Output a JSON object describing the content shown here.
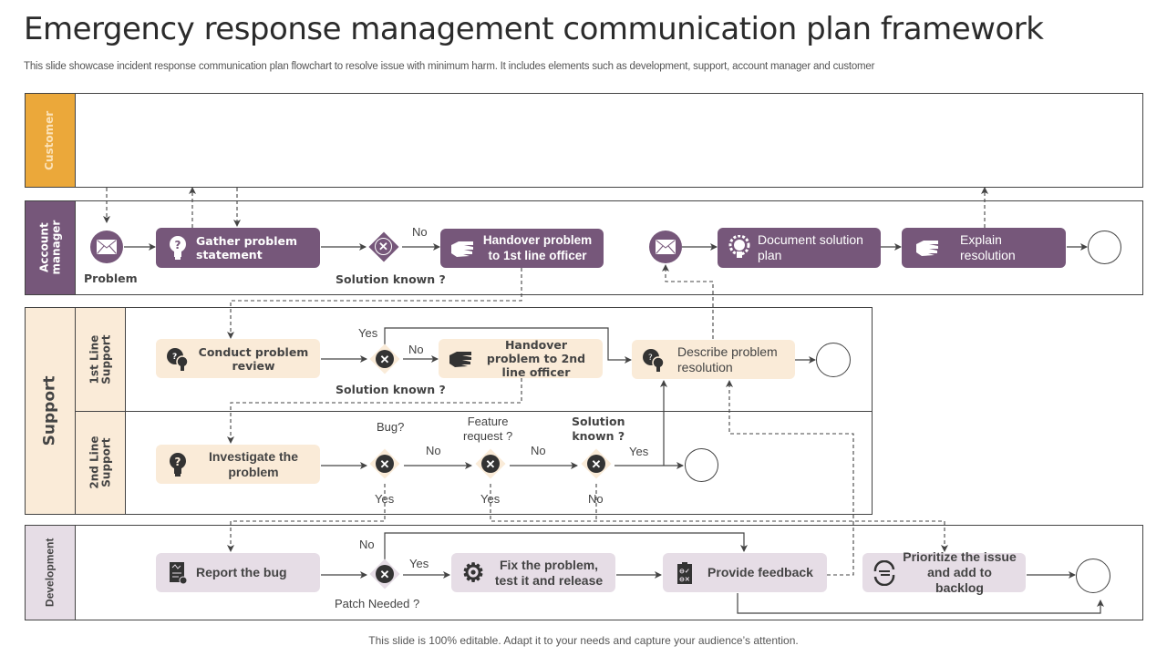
{
  "title": "Emergency response management communication plan framework",
  "subtitle": "This slide showcase incident response communication plan flowchart to resolve issue with minimum harm. It includes elements such as development, support, account manager and customer",
  "footer": "This slide is 100% editable. Adapt it to your needs and capture your audience’s attention.",
  "colors": {
    "customer": "#eba83a",
    "account_manager": "#76577a",
    "support": "#faebd8",
    "development": "#e6dde6",
    "line": "#444444"
  },
  "lanes": {
    "customer": "Customer",
    "account_manager": "Account manager",
    "support": "Support",
    "first_line": "1st Line Support",
    "second_line": "2nd Line Support",
    "development": "Development"
  },
  "account_manager": {
    "start_event": "Problem",
    "gather": "Gather problem statement",
    "gateway_label": "Solution known ?",
    "gateway_no": "No",
    "handover": "Handover problem to 1st line officer",
    "document": "Document solution plan",
    "explain": "Explain resolution"
  },
  "first_line": {
    "review": "Conduct problem review",
    "gateway_label": "Solution known ?",
    "gateway_yes": "Yes",
    "gateway_no": "No",
    "handover": "Handover problem to 2nd line officer",
    "describe": "Describe problem resolution"
  },
  "second_line": {
    "investigate": "Investigate the problem",
    "bug_label": "Bug?",
    "bug_no": "No",
    "bug_yes": "Yes",
    "feature_label": "Feature request ?",
    "feature_no": "No",
    "feature_yes": "Yes",
    "solution_label": "Solution known ?",
    "solution_yes": "Yes",
    "solution_no": "No"
  },
  "development": {
    "report": "Report the bug",
    "patch_label": "Patch Needed ?",
    "patch_no": "No",
    "patch_yes": "Yes",
    "fix": "Fix the problem, test it and release",
    "feedback": "Provide feedback",
    "prioritize": "Prioritize the issue and add to backlog"
  }
}
